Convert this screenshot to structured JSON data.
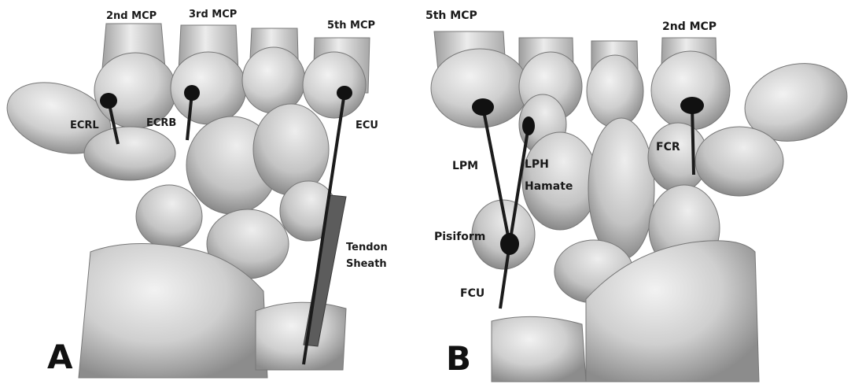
{
  "colors": {
    "bone_light": "#e9e9e9",
    "bone_mid": "#c9c9c9",
    "bone_dark": "#9a9a9a",
    "bone_shadow": "#6e6e6e",
    "tendon": "#1b1b1b",
    "sheath": "#595959",
    "label": "#1a1a1a"
  },
  "panel_a": {
    "letter": "A",
    "labels": {
      "mcp2": "2nd MCP",
      "mcp3": "3rd MCP",
      "mcp5": "5th MCP",
      "ecrl": "ECRL",
      "ecrb": "ECRB",
      "ecu": "ECU",
      "tendon_sheath_1": "Tendon",
      "tendon_sheath_2": "Sheath"
    }
  },
  "panel_b": {
    "letter": "B",
    "labels": {
      "mcp5": "5th MCP",
      "mcp2": "2nd MCP",
      "lpm": "LPM",
      "lph": "LPH",
      "hamate": "Hamate",
      "pisiform": "Pisiform",
      "fcu": "FCU",
      "fcr": "FCR"
    }
  }
}
